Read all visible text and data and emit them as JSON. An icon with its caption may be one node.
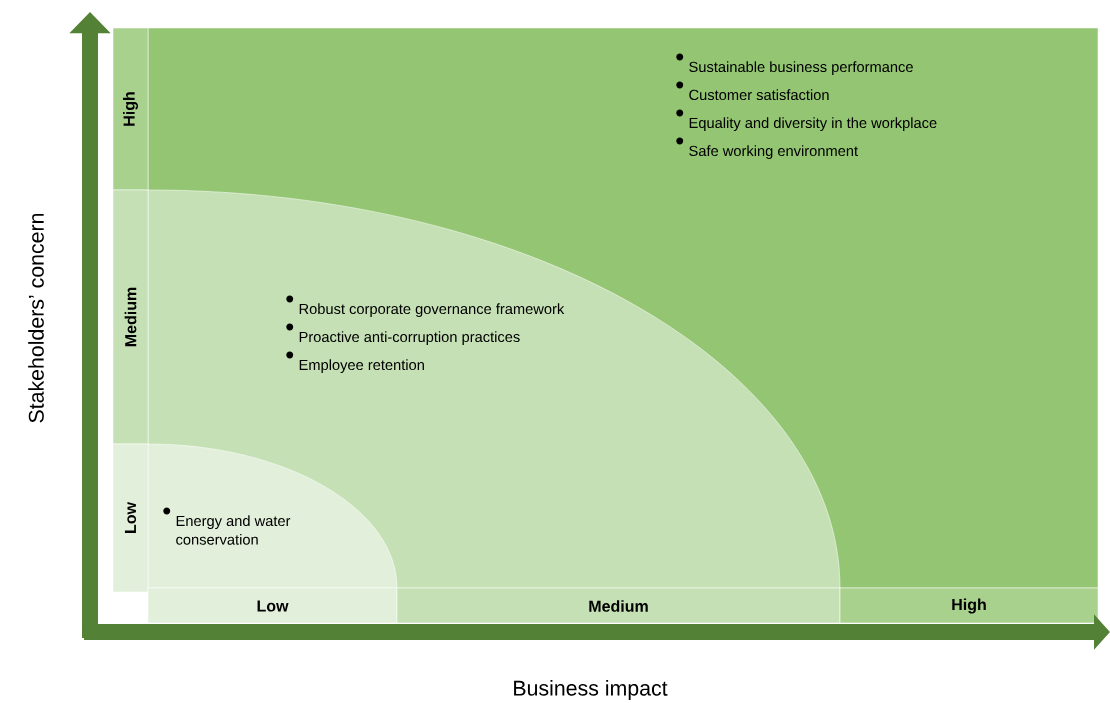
{
  "diagram": {
    "nodes": [
      {
        "text": [
          "Sustainable business performance",
          "Customer satisfaction",
          "Equality and diversity in the workplace",
          "Safe working environment"
        ]
      },
      {
        "text": [
          "Robust corporate governance framework",
          "Proactive anti-corruption practices",
          "Employee retention"
        ],
        "in": 0
      },
      {
        "text": [
          "Energy and water conservation"
        ],
        "in": 1
      }
    ],
    "labels": [
      "High",
      "Medium",
      "Low",
      "Stakeholders’ concern",
      "Low",
      "Medium",
      "High",
      "Business impact"
    ]
  }
}
